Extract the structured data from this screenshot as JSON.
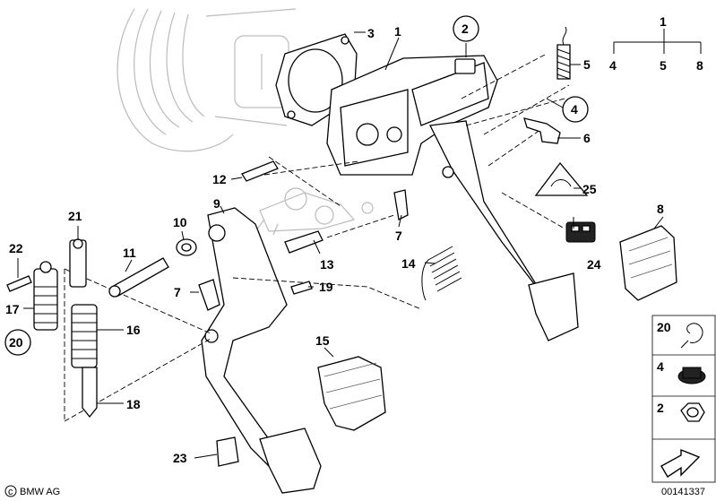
{
  "callouts": {
    "c1": "1",
    "c2": "2",
    "c3": "3",
    "c4": "4",
    "c5": "5",
    "c6": "6",
    "c7a": "7",
    "c7b": "7",
    "c8": "8",
    "c9": "9",
    "c10": "10",
    "c11": "11",
    "c12": "12",
    "c13": "13",
    "c14": "14",
    "c15": "15",
    "c16": "16",
    "c17": "17",
    "c18": "18",
    "c19": "19",
    "c20": "20",
    "c21": "21",
    "c22": "22",
    "c23": "23",
    "c24": "24",
    "c25": "25"
  },
  "assembly_key": {
    "parent": "1",
    "children": [
      "4",
      "5",
      "8"
    ]
  },
  "legend": {
    "item_20": "20",
    "item_4": "4",
    "item_2": "2"
  },
  "footer": {
    "brand": "BMW AG",
    "diagram_id": "00141337"
  }
}
